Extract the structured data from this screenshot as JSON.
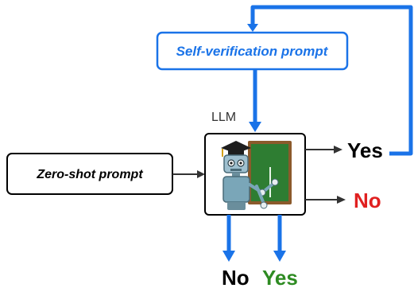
{
  "diagram": {
    "self_verification_label": "Self-verification prompt",
    "zero_shot_label": "Zero-shot prompt",
    "llm_label": "LLM",
    "outputs": {
      "right_yes": "Yes",
      "right_no": "No",
      "bottom_no": "No",
      "bottom_yes": "Yes"
    }
  },
  "colors": {
    "blue": "#1a73e8",
    "dark": "#333333",
    "red": "#e02020",
    "green": "#2e8b22",
    "black": "#000000",
    "robot_teal": "#7aa6b8",
    "board_green": "#2e7d32",
    "board_frame": "#8b5a2b"
  },
  "icons": [
    "robot-icon",
    "graduation-cap-icon",
    "chalkboard-icon"
  ]
}
